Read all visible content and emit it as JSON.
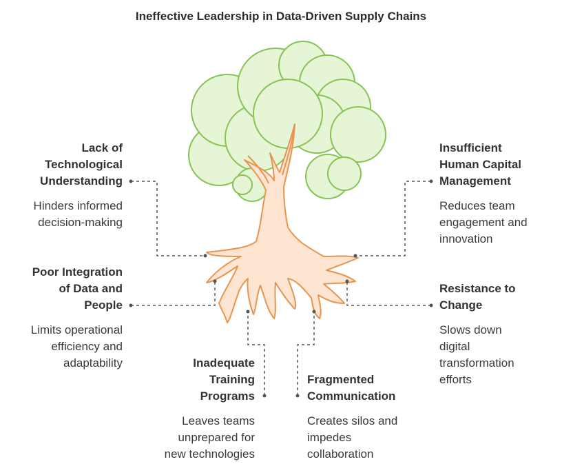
{
  "title": "Ineffective Leadership in Data-Driven Supply Chains",
  "colors": {
    "canopy_fill": "#e6f5d5",
    "canopy_stroke": "#86c354",
    "trunk_fill": "#fde5d2",
    "trunk_stroke": "#e8944e",
    "connector": "#555555"
  },
  "items": [
    {
      "heading": "Lack of\nTechnological\nUnderstanding",
      "description": "Hinders informed\ndecision-making"
    },
    {
      "heading": "Insufficient\nHuman Capital\nManagement",
      "description": "Reduces team\nengagement and\ninnovation"
    },
    {
      "heading": "Poor Integration\nof Data and\nPeople",
      "description": "Limits operational\nefficiency and\nadaptability"
    },
    {
      "heading": "Resistance to\nChange",
      "description": "Slows down\ndigital\ntransformation\nefforts"
    },
    {
      "heading": "Inadequate\nTraining\nPrograms",
      "description": "Leaves teams\nunprepared for\nnew technologies"
    },
    {
      "heading": "Fragmented\nCommunication",
      "description": "Creates silos and\nimpedes\ncollaboration"
    }
  ]
}
